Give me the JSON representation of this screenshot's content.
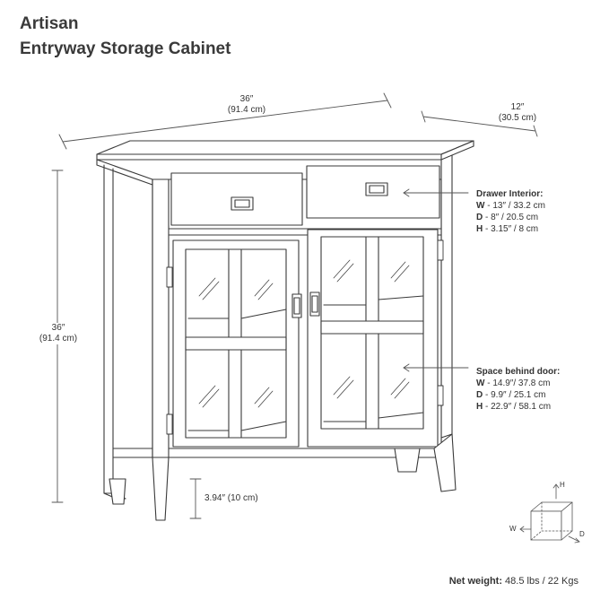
{
  "title": {
    "line1": "Artisan",
    "line2": "Entryway Storage Cabinet"
  },
  "dimensions": {
    "width": {
      "imperial": "36″",
      "metric": "(91.4 cm)"
    },
    "depth": {
      "imperial": "12″",
      "metric": "(30.5 cm)"
    },
    "height": {
      "imperial": "36″",
      "metric": "(91.4 cm)"
    },
    "clearance": "3.94″ (10 cm)"
  },
  "drawer_interior": {
    "heading": "Drawer Interior:",
    "rows": [
      {
        "key": "W",
        "value": " - 13″ / 33.2 cm"
      },
      {
        "key": "D",
        "value": " - 8″ / 20.5 cm"
      },
      {
        "key": "H",
        "value": " - 3.15″ /  8 cm"
      }
    ]
  },
  "space_behind_door": {
    "heading": "Space behind door:",
    "rows": [
      {
        "key": "W",
        "value": " - 14.9″/ 37.8 cm"
      },
      {
        "key": "D",
        "value": " - 9.9″ / 25.1 cm"
      },
      {
        "key": "H",
        "value": " - 22.9″ / 58.1 cm"
      }
    ]
  },
  "axis_cube": {
    "h": "H",
    "w": "W",
    "d": "D"
  },
  "net_weight": {
    "label": "Net weight:",
    "value": " 48.5 lbs / 22 Kgs"
  }
}
